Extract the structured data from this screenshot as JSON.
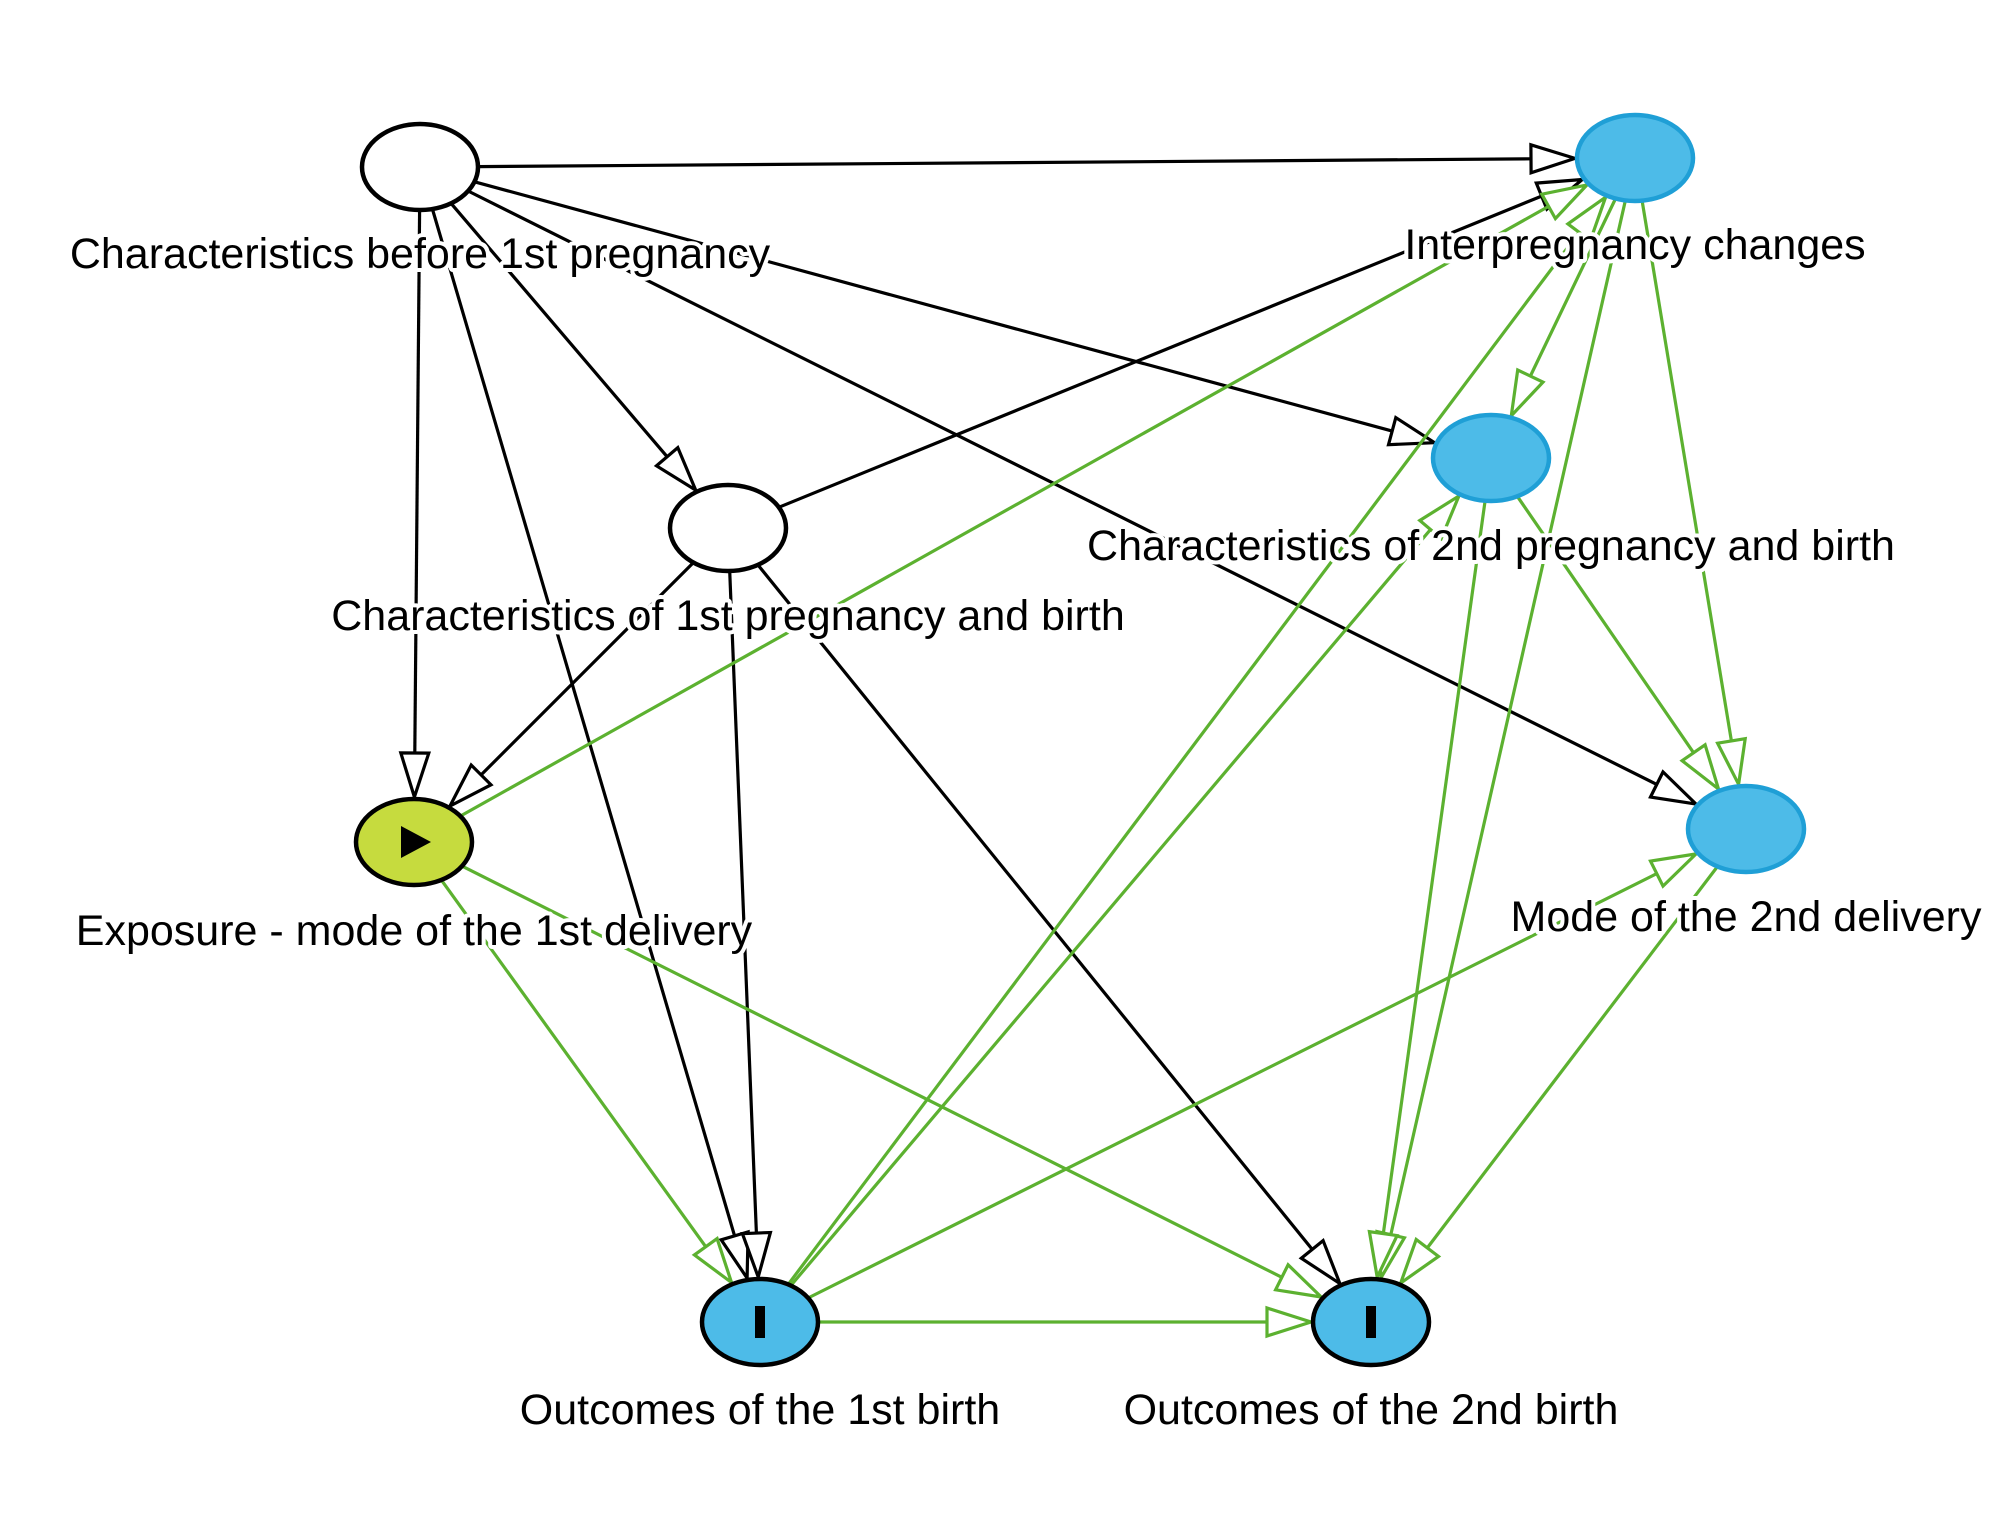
{
  "colors": {
    "causal_edge": "#000000",
    "biasing_path": "#5cb130",
    "exposure_fill": "#c6db3e",
    "ancestor_of_outcome_fill": "#4dbbe8",
    "ancestor_of_outcome_stroke": "#1f9fd6",
    "plain_node_fill": "#ffffff",
    "node_stroke": "#000000"
  },
  "nodes": [
    {
      "id": "before1",
      "label": "Characteristics before 1st pregnancy",
      "kind": "plain"
    },
    {
      "id": "preg1",
      "label": "Characteristics of 1st pregnancy and birth",
      "kind": "plain"
    },
    {
      "id": "exposure",
      "label": "Exposure - mode of the 1st delivery",
      "kind": "exposure",
      "icon": "play-icon"
    },
    {
      "id": "inter",
      "label": "Interpregnancy changes",
      "kind": "ancestor"
    },
    {
      "id": "preg2",
      "label": "Characteristics of 2nd pregnancy and birth",
      "kind": "ancestor"
    },
    {
      "id": "mode2",
      "label": "Mode of the 2nd delivery",
      "kind": "ancestor"
    },
    {
      "id": "out1",
      "label": "Outcomes of the 1st birth",
      "kind": "outcome",
      "icon": "outcome-bar-icon"
    },
    {
      "id": "out2",
      "label": "Outcomes of the 2nd birth",
      "kind": "outcome",
      "icon": "outcome-bar-icon"
    }
  ],
  "edges": [
    {
      "from": "before1",
      "to": "inter",
      "type": "causal"
    },
    {
      "from": "before1",
      "to": "preg2",
      "type": "causal"
    },
    {
      "from": "before1",
      "to": "mode2",
      "type": "causal"
    },
    {
      "from": "before1",
      "to": "preg1",
      "type": "causal"
    },
    {
      "from": "before1",
      "to": "exposure",
      "type": "causal"
    },
    {
      "from": "before1",
      "to": "out1",
      "type": "causal"
    },
    {
      "from": "preg1",
      "to": "inter",
      "type": "causal"
    },
    {
      "from": "preg1",
      "to": "exposure",
      "type": "causal"
    },
    {
      "from": "preg1",
      "to": "out1",
      "type": "causal"
    },
    {
      "from": "preg1",
      "to": "out2",
      "type": "causal"
    },
    {
      "from": "exposure",
      "to": "inter",
      "type": "biasing"
    },
    {
      "from": "exposure",
      "to": "out1",
      "type": "biasing"
    },
    {
      "from": "exposure",
      "to": "out2",
      "type": "biasing"
    },
    {
      "from": "out1",
      "to": "inter",
      "type": "biasing"
    },
    {
      "from": "out1",
      "to": "preg2",
      "type": "biasing"
    },
    {
      "from": "out1",
      "to": "mode2",
      "type": "biasing"
    },
    {
      "from": "out1",
      "to": "out2",
      "type": "biasing"
    },
    {
      "from": "inter",
      "to": "preg2",
      "type": "biasing"
    },
    {
      "from": "inter",
      "to": "mode2",
      "type": "biasing"
    },
    {
      "from": "inter",
      "to": "out2",
      "type": "biasing"
    },
    {
      "from": "preg2",
      "to": "mode2",
      "type": "biasing"
    },
    {
      "from": "preg2",
      "to": "out2",
      "type": "biasing"
    },
    {
      "from": "mode2",
      "to": "out2",
      "type": "biasing"
    }
  ]
}
